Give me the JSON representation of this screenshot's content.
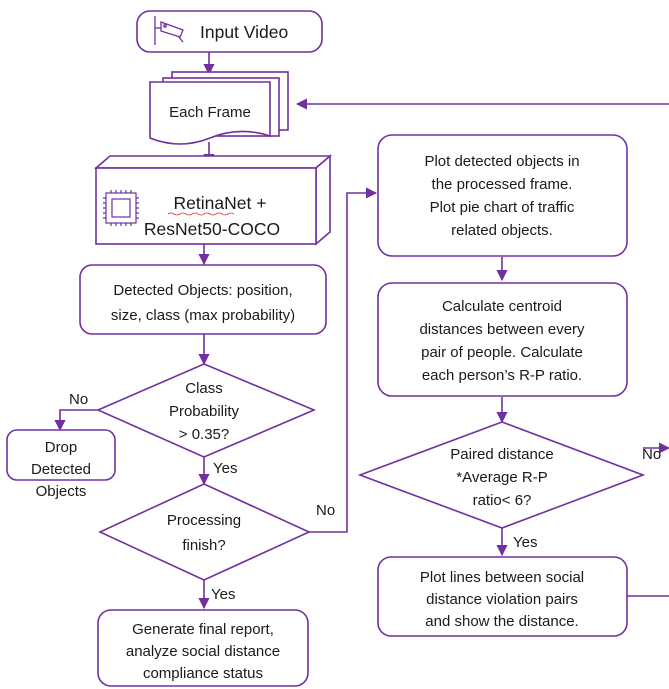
{
  "nodes": {
    "input_video": "Input Video",
    "each_frame": "Each Frame",
    "model_line1": "RetinaNet +",
    "model_line2": "ResNet50-COCO",
    "detected_line1": "Detected Objects: position,",
    "detected_line2": "size, class (max probability)",
    "class_prob_line1": "Class",
    "class_prob_line2": "Probability",
    "class_prob_line3": "> 0.35?",
    "drop_line1": "Drop",
    "drop_line2": "Detected",
    "drop_line3": "Objects",
    "processing_line1": "Processing",
    "processing_line2": "finish?",
    "report_line1": "Generate final report,",
    "report_line2": "analyze social distance",
    "report_line3": "compliance status",
    "plot_detected_line1": "Plot detected objects in",
    "plot_detected_line2": "the processed frame.",
    "plot_detected_line3": "Plot pie chart of traffic",
    "plot_detected_line4": "related objects.",
    "centroid_line1": "Calculate centroid",
    "centroid_line2": "distances between every",
    "centroid_line3": "pair of people. Calculate",
    "centroid_line4": "each person’s R-P ratio.",
    "paired_line1": "Paired distance",
    "paired_line2": "*Average R-P",
    "paired_line3": "ratio< 6?",
    "plot_lines_line1": "Plot lines between social",
    "plot_lines_line2": "distance violation pairs",
    "plot_lines_line3": "and show the distance."
  },
  "edge_labels": {
    "class_no": "No",
    "class_yes": "Yes",
    "processing_no": "No",
    "processing_yes": "Yes",
    "paired_yes": "Yes",
    "paired_no": "No"
  },
  "icons": {
    "input_video": "security-camera-icon",
    "model": "cpu-chip-icon"
  },
  "colors": {
    "stroke": "#7030a0",
    "text": "#1a1a1a",
    "background": "#ffffff"
  }
}
